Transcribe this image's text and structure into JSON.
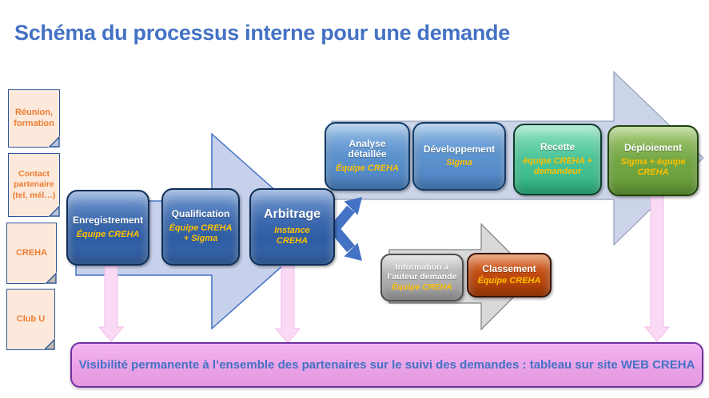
{
  "title": "Schéma du processus interne pour une demande",
  "colors": {
    "title_text": "#4472C4",
    "box_label_text": "#FFFFFF",
    "team_label_text": "#FFC000",
    "note_text": "#ED7D31",
    "note_fill": "#FCE9DC",
    "banner_fill": "#ECA7E9",
    "banner_border": "#7030A0",
    "banner_text": "#4472C4",
    "flow_arrow_fill": "#C9D3EC",
    "gray_arrow_fill": "#D9D9D9",
    "double_arrow_fill": "#4472C4",
    "pink_arrow_fill": "#FAD9F5",
    "step_blue_dark": "#3A67AE",
    "step_blue_medium": "#5B93CE",
    "step_mint": "#45C193",
    "step_green": "#70AD47",
    "step_gray": "#ACACAC",
    "step_rust": "#C04A10"
  },
  "sources": [
    {
      "label": "Réunion,\nformation"
    },
    {
      "label": "Contact\npartenaire\n(tel, mél…)"
    },
    {
      "label": "CREHA"
    },
    {
      "label": "Club U"
    }
  ],
  "steps": [
    {
      "title": "Enregistrement",
      "team": "Équipe CREHA"
    },
    {
      "title": "Qualification",
      "team": "Équipe CREHA\n+ Sigma"
    },
    {
      "title": "Arbitrage",
      "team": "Instance\nCREHA"
    },
    {
      "title": "Analyse\ndétaillée",
      "team": "Équipe CREHA"
    },
    {
      "title": "Développement",
      "team": "Sigma"
    },
    {
      "title": "Recette",
      "team": "équipe CREHA +\ndemandeur"
    },
    {
      "title": "Déploiement",
      "team": "Sigma + équipe\nCREHA"
    },
    {
      "title": "Information à\nl’auteur demande",
      "team": "Équipe CREHA"
    },
    {
      "title": "Classement",
      "team": "Équipe CREHA"
    }
  ],
  "banner": {
    "text": "Visibilité permanente à l’ensemble des partenaires sur le suivi des demandes : tableau sur site WEB CREHA"
  }
}
